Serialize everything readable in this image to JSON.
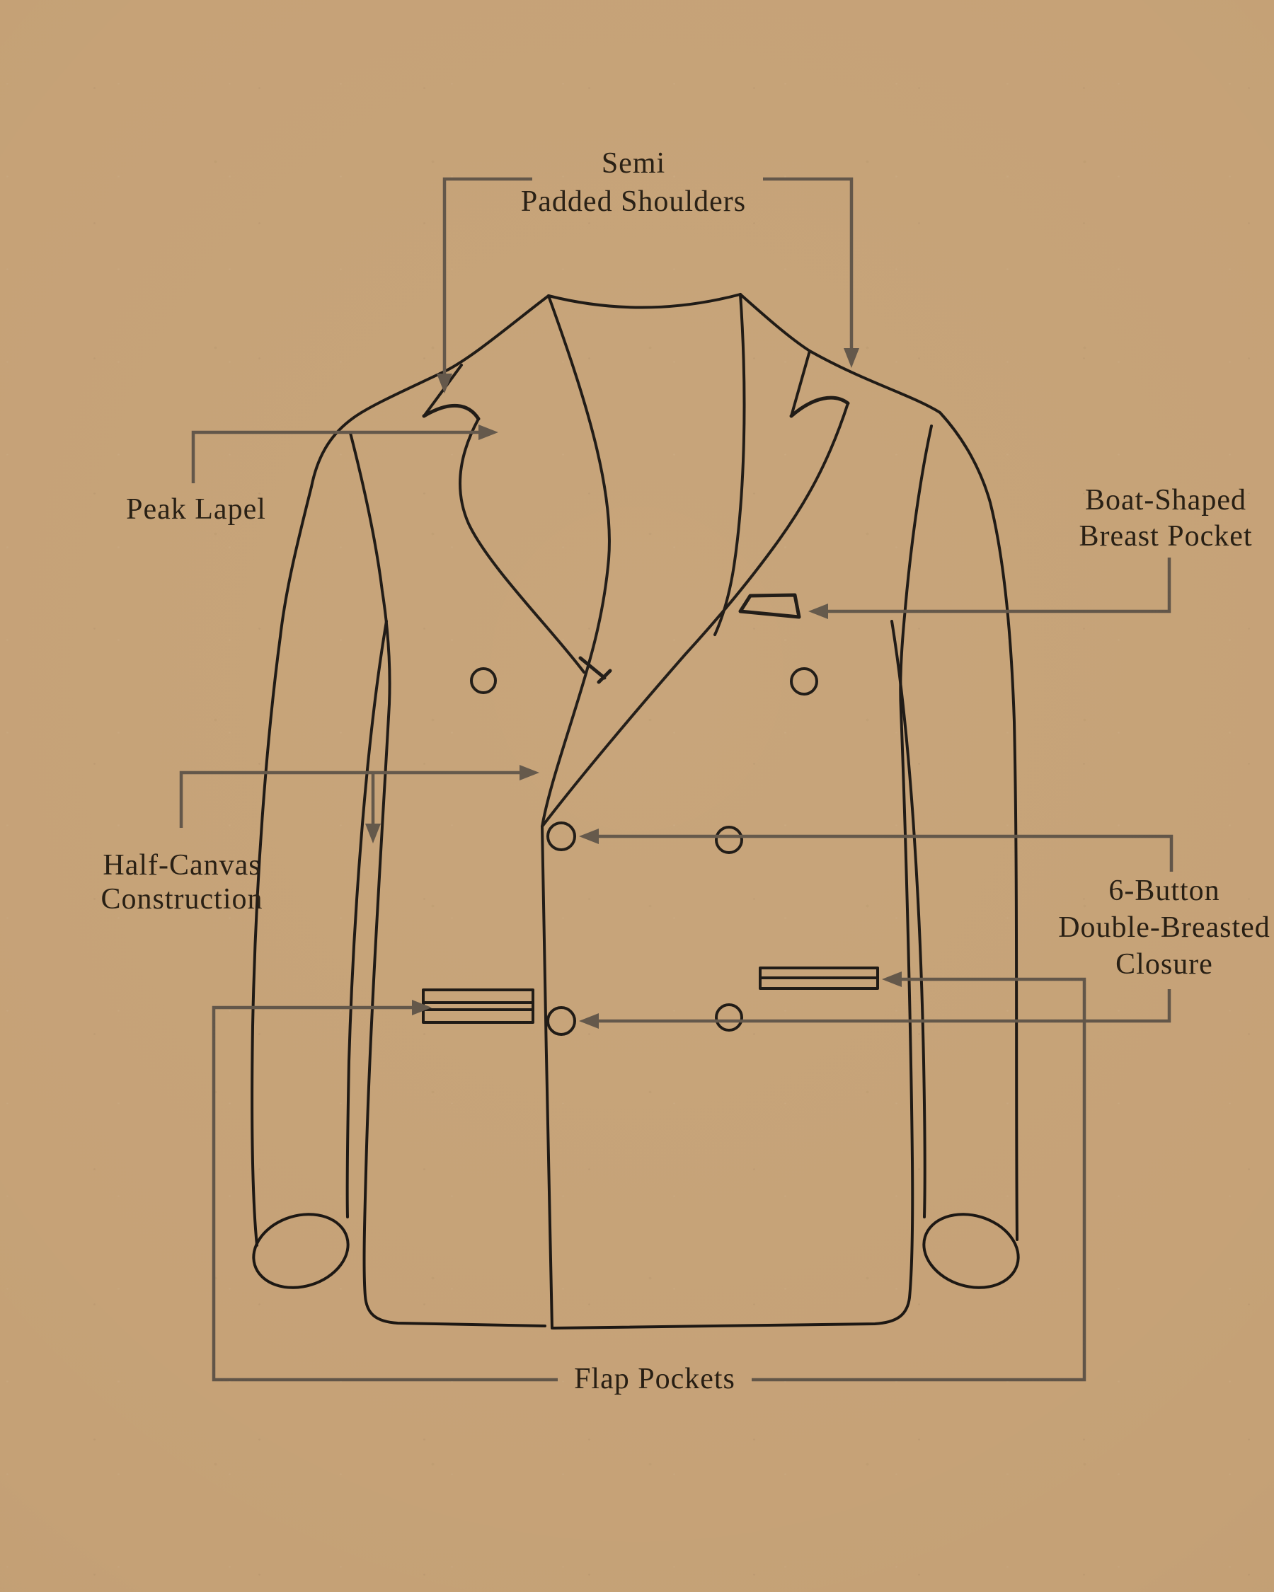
{
  "page": {
    "background": "#c5a176",
    "ink_color": "#191410",
    "annotation_color": "#5f5346",
    "text_color": "#241b10"
  },
  "figure": {
    "subject": "double-breasted suit jacket technical line drawing",
    "button_count": 6,
    "button_rows": 3
  },
  "labels": {
    "shoulders": {
      "line1": "Semi",
      "line2": "Padded Shoulders"
    },
    "peak_lapel": {
      "line1": "Peak Lapel"
    },
    "breast_pocket": {
      "line1": "Boat-Shaped",
      "line2": "Breast Pocket"
    },
    "half_canvas": {
      "line1": "Half-Canvas",
      "line2": "Construction"
    },
    "closure": {
      "line1": "6-Button",
      "line2": "Double-Breasted",
      "line3": "Closure"
    },
    "flap_pockets": {
      "line1": "Flap Pockets"
    }
  }
}
